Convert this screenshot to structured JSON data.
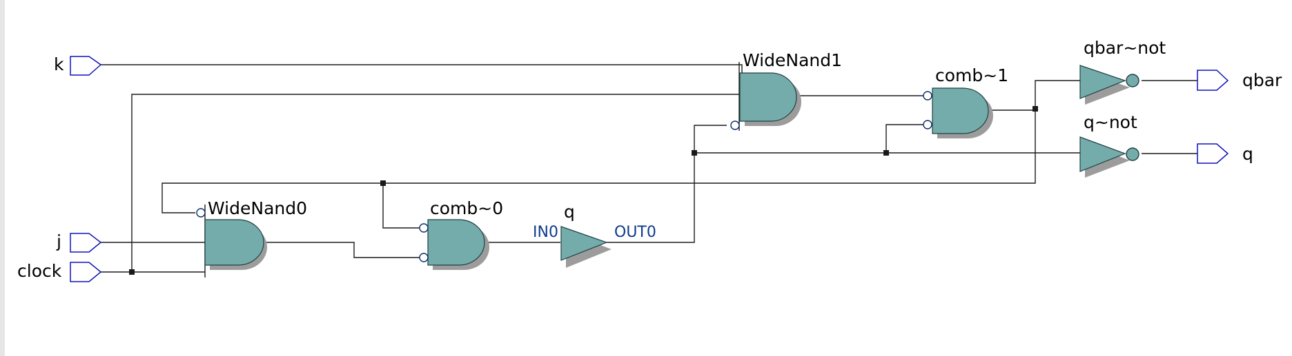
{
  "schematic": {
    "inputs": {
      "k": "k",
      "j": "j",
      "clock": "clock"
    },
    "outputs": {
      "qbar": "qbar",
      "q": "q"
    },
    "gates": {
      "widenand0": "WideNand0",
      "widenand1": "WideNand1",
      "comb0": "comb~0",
      "comb1": "comb~1",
      "qbuf": "q",
      "qbarnot": "qbar~not",
      "qnot": "q~not"
    },
    "buffer_pins": {
      "in": "IN0",
      "out": "OUT0"
    }
  },
  "colors": {
    "gate_fill": "#74abab",
    "gate_shadow": "#9c9c9c",
    "wire": "#1a1a1a",
    "port_outline": "#1111bb",
    "pin_label": "#0d3b8c"
  }
}
